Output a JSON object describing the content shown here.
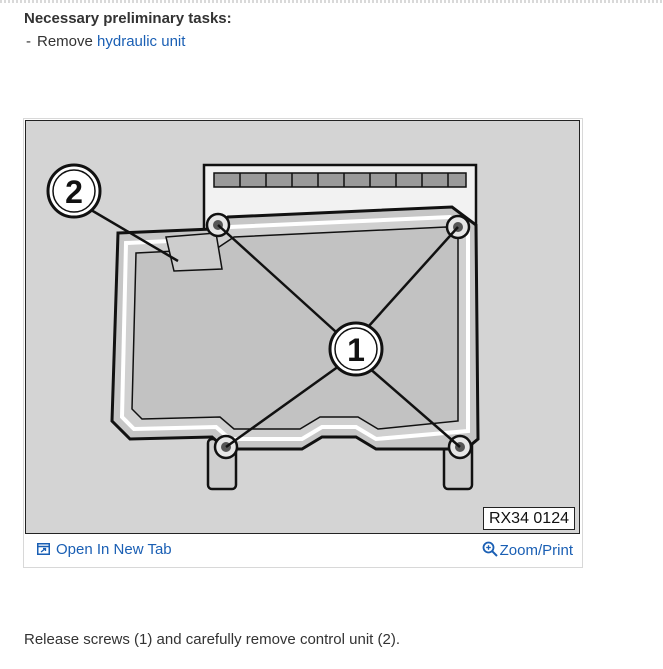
{
  "preliminary": {
    "heading": "Necessary preliminary tasks:",
    "dash": "-",
    "item_prefix": "Remove",
    "item_link": "hydraulic unit"
  },
  "figure": {
    "callout_screws": "1",
    "callout_control_unit": "2",
    "code": "RX34 0124",
    "open_tab_label": "Open In New Tab",
    "zoom_label": "Zoom/Print",
    "open_tab_icon": "open-in-new-tab-icon",
    "zoom_icon": "magnifier-icon"
  },
  "instruction": "Release screws (1) and carefully remove control unit (2).",
  "colors": {
    "link": "#1a5fb4",
    "text": "#333333",
    "figure_background": "#d4d4d4"
  }
}
